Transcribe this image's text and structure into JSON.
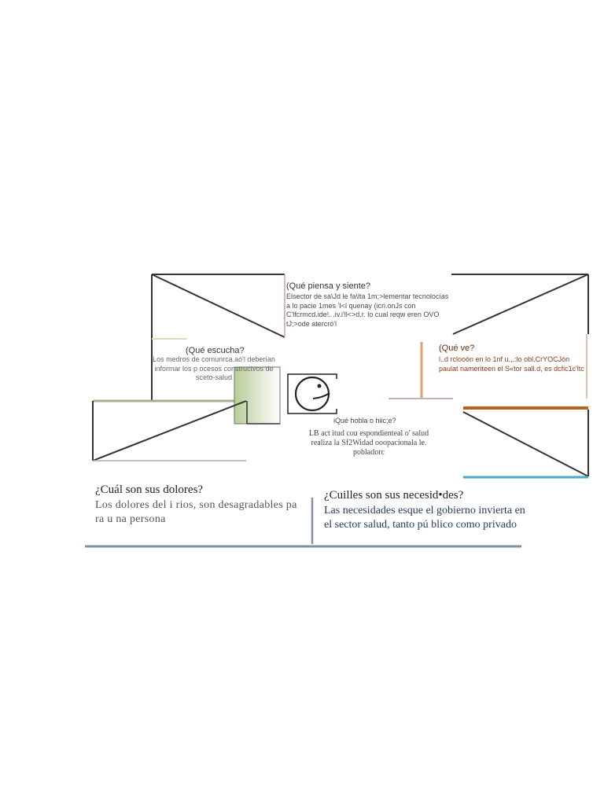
{
  "empathy_map": {
    "think": {
      "question": "(Qué piensa y siente?",
      "text": "Elsector de sa\\Jd le fa\\lta 1m;>lementar tecnolocías a lo pacie 1mes 'I<l quenay (icri.onJs con C'lfcrmcd.ide!. .iv.i'll<>d.r. lo cual reqw eren OVO tJ;>ode atercró'l"
    },
    "hear": {
      "question": "(Qué escucha?",
      "text": "Los medros de comunrca.aó'l deberían informar los p ocesos constructvos de sceto-salud"
    },
    "see": {
      "question": "(Qué ve?",
      "text": "l..d rclooón en lo 1nf u.,.:lo obl.CrYOCJón paulat nameriteen el S«tor sall.d, es dcfic1c'ltc"
    },
    "say": {
      "question": "iQué hobla o hiic;e?",
      "text": "LB act itud cou espondienteal o' salud realiza la Sf2Widad ooopacionala le. pobladorc"
    },
    "pains": {
      "question": "¿Cuál son sus dolores?",
      "text": "Los dolores del i rios, son desagradables pa ra u na persona"
    },
    "needs": {
      "question": "¿Cuilles son sus necesid•des?",
      "text": "Las necesidades esque el gobierno invierta en el sector salud, tanto pú blico como privado"
    },
    "face_icon": "smiling-face-icon"
  },
  "colors": {
    "see_accent": "#e0a06a",
    "see_bar": "#b5651d",
    "needs_underline": "#4fa8c8",
    "bottom_rule": "#8090a0"
  }
}
